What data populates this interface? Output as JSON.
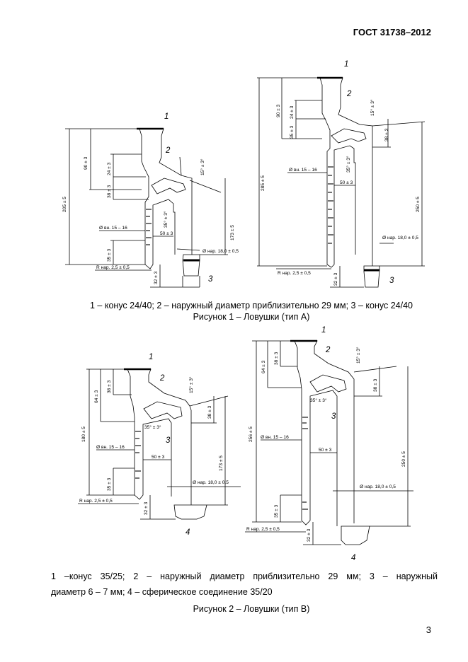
{
  "header": {
    "standard": "ГОСТ 31738–2012"
  },
  "figure1": {
    "caption": "Рисунок 1 – Ловушки (тип А)",
    "legend": "1 – конус 24/40; 2 – наружный диаметр приблизительно 29 мм; 3 – конус 24/40",
    "left": {
      "d205": "205 ± 5",
      "d90": "90 ± 3",
      "d24": "24 ± 3",
      "d38": "38 ± 3",
      "d35": "35 ± 3",
      "ang15": "15° ± 3°",
      "ang35": "35° ± 3°",
      "inner": "Ø вн. 15 – 16",
      "d50": "50 ± 3",
      "d173": "173 ± 5",
      "outer": "Ø нар. 18,0 ± 0,5",
      "radius": "R нар. 2,5 ± 0,5",
      "d32": "32 ± 3",
      "n1": "1",
      "n2": "2",
      "n3": "3"
    },
    "right": {
      "d285": "285 ± 5",
      "d90": "90 ± 3",
      "d24": "24 ± 3",
      "d35": "35 ± 3",
      "d38": "38 ± 3",
      "ang15": "15° ± 3°",
      "ang35": "35° ± 3°",
      "inner": "Ø вн. 15 – 16",
      "d50": "50 ± 3",
      "d250": "250 ± 5",
      "outer": "Ø нар. 18,0 ± 0,5",
      "radius": "R нар. 2,5 ± 0,5",
      "d32": "32 ± 3",
      "n1": "1",
      "n2": "2",
      "n3": "3"
    }
  },
  "figure2": {
    "caption": "Рисунок 2 – Ловушки (тип В)",
    "legend_line1": "1 –конус 35/25; 2 – наружный диаметр приблизительно 29 мм; 3 – наружный",
    "legend_line2": "диаметр 6 – 7 мм; 4 – сферическое соединение 35/20",
    "left": {
      "d180": "180 ± 5",
      "d64": "64 ± 3",
      "d38": "38 ± 3",
      "d38b": "38 ± 3",
      "ang15": "15° ± 3°",
      "ang35": "35° ± 3°",
      "inner": "Ø вн. 15 – 16",
      "d50": "50 ± 3",
      "d173": "173 ± 5",
      "d35": "35 ± 3",
      "outer": "Ø нар. 18,0 ± 0,5",
      "radius": "R нар. 2,5 ± 0,5",
      "d32": "32 ± 3",
      "n1": "1",
      "n2": "2",
      "n3": "3",
      "n4": "4"
    },
    "right": {
      "d256": "256 ± 5",
      "d64": "64 ± 3",
      "d38": "38 ± 3",
      "d38b": "38 ± 3",
      "ang15": "15° ± 3°",
      "ang35": "35° ± 3°",
      "inner": "Ø вн. 15 – 16",
      "d50": "50 ± 3",
      "d250": "250 ± 5",
      "d35": "35 ± 3",
      "outer": "Ø нар. 18,0 ± 0,5",
      "radius": "R нар. 2,5 ± 0,5",
      "d32": "32 ± 3",
      "n1": "1",
      "n2": "2",
      "n3": "3",
      "n4": "4"
    }
  },
  "footer": {
    "page_number": "3"
  }
}
